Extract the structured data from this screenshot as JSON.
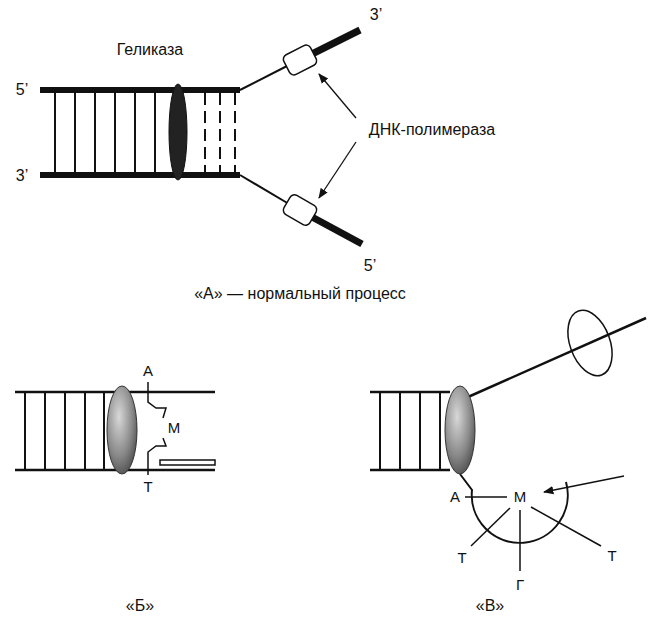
{
  "diagram": {
    "labels": [
      "3’",
      "Геликаза",
      "5’",
      "ДНК-полимераза",
      "3’",
      "5’",
      "«А» — нормальный процесс",
      "А",
      "М",
      "Т",
      "А",
      "М",
      "Т",
      "Г",
      "Т",
      "«Б»",
      "«В»"
    ]
  }
}
